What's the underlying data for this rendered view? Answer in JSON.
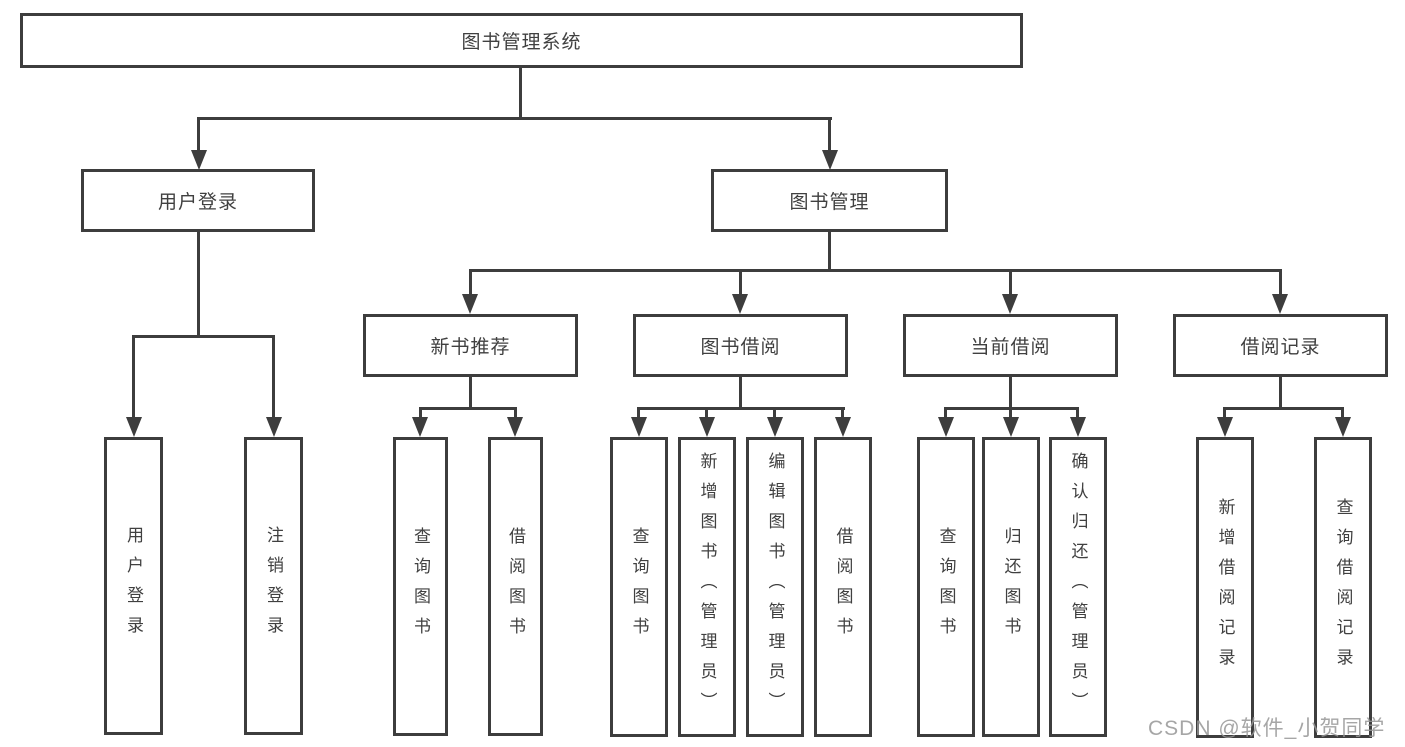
{
  "diagram": {
    "root": "图书管理系统",
    "l2": [
      "用户登录",
      "图书管理"
    ],
    "login_children": [
      "用户登录",
      "注销登录"
    ],
    "mgmt_children": [
      {
        "label": "新书推荐",
        "leaves": [
          "查询图书",
          "借阅图书"
        ]
      },
      {
        "label": "图书借阅",
        "leaves": [
          "查询图书",
          "新增图书（管理员）",
          "编辑图书（管理员）",
          "借阅图书"
        ]
      },
      {
        "label": "当前借阅",
        "leaves": [
          "查询图书",
          "归还图书",
          "确认归还（管理员）"
        ]
      },
      {
        "label": "借阅记录",
        "leaves": [
          "新增借阅记录",
          "查询借阅记录"
        ]
      }
    ]
  },
  "watermark": "CSDN @软件_小贺同学",
  "colors": {
    "line": "#3d3d3d",
    "text": "#404040",
    "background": "#ffffff",
    "watermark": "#969696"
  }
}
